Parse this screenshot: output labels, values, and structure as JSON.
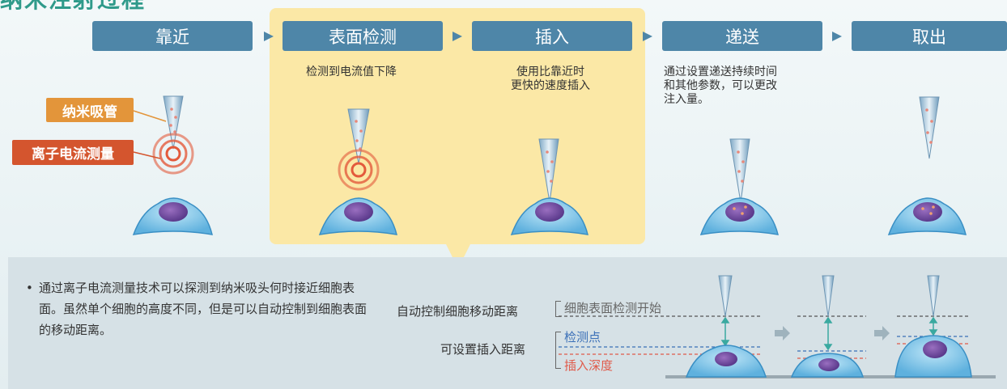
{
  "header": {
    "title": "纳米注射过程"
  },
  "steps": [
    {
      "label": "靠近"
    },
    {
      "label": "表面检测"
    },
    {
      "label": "插入"
    },
    {
      "label": "递送"
    },
    {
      "label": "取出"
    }
  ],
  "descriptions": {
    "surface": "检测到电流值下降",
    "insert_line1": "使用比靠近时",
    "insert_line2": "更快的速度插入",
    "deliver_line1": "通过设置递送持续时间",
    "deliver_line2": "和其他参数，可以更改",
    "deliver_line3": "注入量。"
  },
  "labels": {
    "nanopipette": "纳米吸管",
    "ion_current": "离子电流测量"
  },
  "notes": {
    "bullet": "通过离子电流测量技术可以探测到纳米吸头何时接近细胞表面。虽然单个细胞的高度不同，但是可以自动控制到细胞表面的移动距离。",
    "auto_distance": "自动控制细胞移动距离",
    "surface_start": "细胞表面检测开始",
    "insert_distance": "可设置插入距离",
    "detect_point": "检测点",
    "insert_depth": "插入深度"
  },
  "colors": {
    "step_bg": "#4e86a8",
    "highlight": "#fbe8a6",
    "label_orange": "#e3953a",
    "label_red": "#d4552e",
    "detect_blue": "#3a6fb7",
    "depth_red": "#e05a4a",
    "title_teal": "#2f9a8a"
  }
}
